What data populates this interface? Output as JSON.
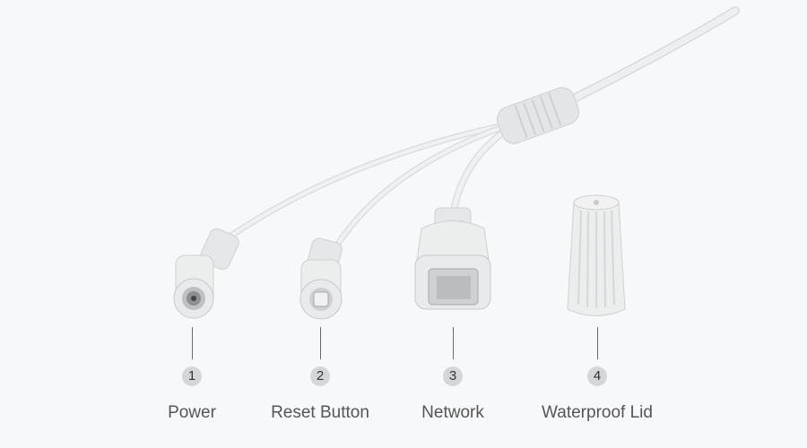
{
  "callouts": [
    {
      "number": "1",
      "label": "Power"
    },
    {
      "number": "2",
      "label": "Reset Button"
    },
    {
      "number": "3",
      "label": "Network"
    },
    {
      "number": "4",
      "label": "Waterproof Lid"
    }
  ],
  "colors": {
    "background": "#f7f8fa",
    "cable": "#e6e7e9",
    "badge": "#d5d6d8",
    "text": "#555555"
  }
}
